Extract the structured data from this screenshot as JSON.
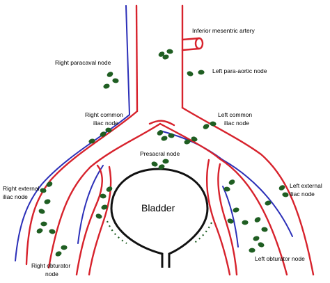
{
  "colors": {
    "artery": "#d7222c",
    "vein": "#2b2fb8",
    "node": "#1f5e22",
    "outline": "#111111",
    "label": "#000000"
  },
  "labels": {
    "ima": "Inferior mesentric artery",
    "right_paracaval": "Right paracaval node",
    "left_para_aortic": "Left para-aortic node",
    "right_common_1": "Right common",
    "right_common_2": "iliac node",
    "left_common_1": "Left common",
    "left_common_2": "iliac node",
    "presacral": "Presacral node",
    "right_external_1": "Right external",
    "right_external_2": "iliac node",
    "left_external_1": "Left external",
    "left_external_2": "iliac node",
    "bladder": "Bladder",
    "right_obturator_1": "Right obturator",
    "right_obturator_2": "node",
    "left_obturator": "Left obturator node"
  }
}
